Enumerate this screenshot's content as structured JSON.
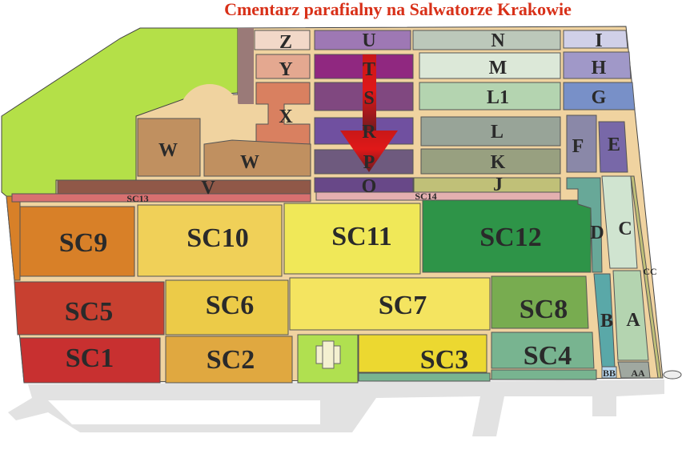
{
  "title": "Cmentarz parafialny na Salwatorze Krakowie",
  "sections": {
    "Z": {
      "label": "Z",
      "color": "#f2d8c8"
    },
    "Y": {
      "label": "Y",
      "color": "#e4a890"
    },
    "X": {
      "label": "X",
      "color": "#d98060"
    },
    "W1": {
      "label": "W",
      "color": "#c09060"
    },
    "W2": {
      "label": "W",
      "color": "#c09060"
    },
    "V": {
      "label": "V",
      "color": "#905848"
    },
    "SC13": {
      "label": "SC13",
      "color": "#d87070"
    },
    "U": {
      "label": "U",
      "color": "#9e78b4"
    },
    "T": {
      "label": "T",
      "color": "#902880"
    },
    "S": {
      "label": "S",
      "color": "#804880"
    },
    "R": {
      "label": "R",
      "color": "#7050a0"
    },
    "P": {
      "label": "P",
      "color": "#6e5a7e"
    },
    "O": {
      "label": "O",
      "color": "#684888"
    },
    "SC14": {
      "label": "SC14",
      "color": "#e4b0b0"
    },
    "N": {
      "label": "N",
      "color": "#bcc8ba"
    },
    "M": {
      "label": "M",
      "color": "#dce8d8"
    },
    "L1": {
      "label": "L1",
      "color": "#b4d4b0"
    },
    "L": {
      "label": "L",
      "color": "#98a498"
    },
    "K": {
      "label": "K",
      "color": "#98a080"
    },
    "J": {
      "label": "J",
      "color": "#c0c078"
    },
    "I": {
      "label": "I",
      "color": "#d0d0e8"
    },
    "H": {
      "label": "H",
      "color": "#a098c8"
    },
    "G": {
      "label": "G",
      "color": "#7890c8"
    },
    "F": {
      "label": "F",
      "color": "#8a88a8"
    },
    "E": {
      "label": "E",
      "color": "#7868a8"
    },
    "D": {
      "label": "D",
      "color": "#68a898"
    },
    "C": {
      "label": "C",
      "color": "#d0e4d0"
    },
    "CC": {
      "label": "CC",
      "color": "#c0c078"
    },
    "B": {
      "label": "B",
      "color": "#5aa8a8"
    },
    "A": {
      "label": "A",
      "color": "#b4d4b0"
    },
    "AA": {
      "label": "AA",
      "color": "#a0a8a0"
    },
    "BB": {
      "label": "BB",
      "color": "#b8d8f0"
    },
    "SC9": {
      "label": "SC9",
      "color": "#d88028"
    },
    "SC10": {
      "label": "SC10",
      "color": "#f0d058"
    },
    "SC11": {
      "label": "SC11",
      "color": "#f0e858"
    },
    "SC12": {
      "label": "SC12",
      "color": "#2e9448"
    },
    "SC5": {
      "label": "SC5",
      "color": "#c84030"
    },
    "SC6": {
      "label": "SC6",
      "color": "#eccb48"
    },
    "SC7": {
      "label": "SC7",
      "color": "#f4e460"
    },
    "SC8": {
      "label": "SC8",
      "color": "#78ac50"
    },
    "SC1": {
      "label": "SC1",
      "color": "#c83030"
    },
    "SC2": {
      "label": "SC2",
      "color": "#e0a840"
    },
    "SC3": {
      "label": "SC3",
      "color": "#ecd830"
    },
    "SC4": {
      "label": "SC4",
      "color": "#78b490"
    }
  },
  "colors": {
    "path": "#f0d3a0",
    "green_area": "#b4e048",
    "road": "#e2e2e2",
    "arrow": "#c81818"
  }
}
